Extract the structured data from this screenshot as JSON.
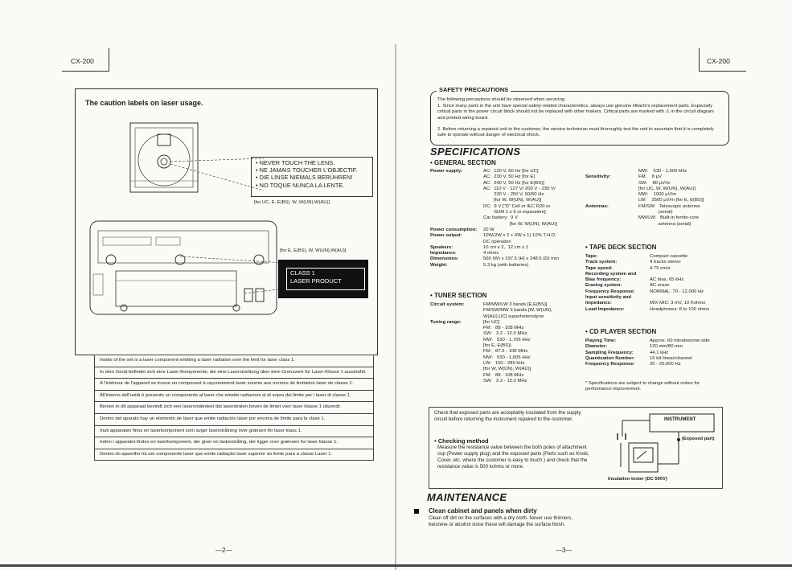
{
  "left_page": {
    "model": "CX-200",
    "page_number": "—2—",
    "caution_title": "The caution labels on laser usage.",
    "laser_warnings": [
      "• NEVER TOUCH THE LENS.",
      "• NE JAMAIS TOUCHER L'OBJECTIF.",
      "• DIE LINSE NIEMALS BERÜHREN!",
      "• NO TOQUE NUNCA LA LENTE."
    ],
    "warning_note": "[for UC, E, E(BS), W, W(UN),W(AU)]",
    "class1_note": "[for E, E(BS), W, W(UN),W(AU)]",
    "class1_label": [
      "CLASS 1",
      "LASER PRODUCT"
    ],
    "caution_texts": [
      "Inside of the set is a laser component emitting a laser radiation over the limit for laser class 1.",
      "In dem Gerät befindet sich eine Laser-Komponente, die eine Laserstrahlung über dem Grenzwert für Laser-Klasse 1 ausstrahlt.",
      "A l'intérieur de l'appareil se trouve un composant à rayonnement laser soumis aux normes de limitation laser de classe 1.",
      "All'interno dell'unità è presente un componente al laser che emette radiazioni al di sopra dei limite per i laser di classe 1.",
      "Binnen in dit apparaat bevindt zich een laseronderdeel dat laserstralen boven de limiet voor laser klasse 1 uitzendt.",
      "Dentro del aparato hay un elemento de láser que emite radiación láser por encima de límite para la clase 1.",
      "Inuti apparaten finns en laserkomponent som avger laserstrålning över gränsen för laser klass 1.",
      "Inden i apparatet findes en laserkomponent, der giver en lasbestråling, der ligger over grænsen for laser klasse 1.",
      "Dentro do aparelho há um componente laser que emite radiação laser superior ao limite para a classe Laser 1."
    ]
  },
  "right_page": {
    "model": "CX-200",
    "page_number": "—3—",
    "safety": {
      "title": "SAFETY PRECAUTIONS",
      "intro": "The following precautions should be observed when servicing.",
      "items": [
        "1.  Since many parts in the unit have special safety-related characteristics, always use genuine Hitachi's replacement parts. Especially critical parts in the power circuit block should not be replaced with other makers. Critical parts are marked with ⚠ in the circuit diagram and printed wiring board.",
        "2.  Before returning a repaired unit to the customer, the service technician must thoroughly test the unit to ascertain that it is completely safe to operate without danger of electrical shock."
      ]
    },
    "specs_title": "SPECIFICATIONS",
    "general": {
      "title": "• GENERAL SECTION",
      "rows": [
        {
          "label": "Power supply:",
          "value": "AC:  120 V, 60 Hz [for UC]\nAC:  230 V, 50 Hz [for E]\nAC:  240 V, 50 Hz [for E(BS)]\nAC:  110 V - 127 V/ 200 V - 230 V/\n        230 V - 250 V, 50/60 Hz\n        [for W, W(UN), W(AU)]\nDC:  9 V [\"D\" Cell or IEC R20 or\n        SUM 1 x 6 or equivalent]\nCar battery:  9 V\n                    [for W, W(UN), W(AU)]"
        },
        {
          "label": "Power consumption:",
          "value": "20 W"
        },
        {
          "label": "Power output:",
          "value": "10W(2W x 2 + 6W x 1) 10% T.H.D.\nDC operation"
        },
        {
          "label": "Speakers:",
          "value": "10 cm x 2,  12 cm x 1"
        },
        {
          "label": "Impedance:",
          "value": "4 ohms"
        },
        {
          "label": "Dimensions:",
          "value": "560 (W) x 197.5 (H) x 248.5 (D) mm"
        },
        {
          "label": "Weight:",
          "value": "5.3 kg (with batteries)"
        }
      ]
    },
    "tuner": {
      "title": "• TUNER SECTION",
      "rows": [
        {
          "label": "Circuit system:",
          "value": "FM/MW/LW 3 bands [E,E(BS)]\nFM/SW/MW 3 bands [W, W(UN),\nW(AU),UC] superheterodyne"
        },
        {
          "label": "Tuning range:",
          "value": "[for UC]\nFM:   88 - 108 MHz\nSW:   3.2 - 12.0 MHz\nMW:   530 - 1,705 kHz\n[for E, E(BS)]\nFM:   87.5 - 108 MHz\nMW:   530 - 1,605 kHz\nLW:   150 - 285 kHz\n[for W, W(UN), W(AU)]\nFM:   88 - 108 MHz\nSW:   3.2 - 12.0 MHz"
        }
      ]
    },
    "sensitivity": [
      {
        "label": "",
        "value": "MW:    530 - 1,605 kHz"
      },
      {
        "label": "Sensitivity:",
        "value": "FM:    8 μV\nSW:    80 μV/m\n[for UC, W, W(UN), W(AU)]\nMW:    1000 μV/m\nLW:    2500 μV/m [for E, E(BS)]"
      },
      {
        "label": "Antennas:",
        "value": "FM/SW:   Telescopic antenna\n               (serial)\nMW/LW:   Built-in ferrite-core\n               antenna (serial)"
      }
    ],
    "tape": {
      "title": "• TAPE DECK SECTION",
      "rows": [
        {
          "label": "Tape:",
          "value": "Compact cassette"
        },
        {
          "label": "Track system:",
          "value": "4 tracks stereo"
        },
        {
          "label": "Tape speed:",
          "value": "4.75 cm/s"
        },
        {
          "label": "Recording system and",
          "value": ""
        },
        {
          "label": "Bias frequency:",
          "value": "AC bias, 65 kHz"
        },
        {
          "label": "Erasing system:",
          "value": "AC erase"
        },
        {
          "label": "Frequency Response:",
          "value": "NORMAL: 70 - 12,000 Hz"
        },
        {
          "label": "Input sensitivity and",
          "value": ""
        },
        {
          "label": "Impedance:",
          "value": "MIX MIC: 3 mV, 10 Kohms"
        },
        {
          "label": "Load Impedance:",
          "value": "Headphones: 8 to 100 ohms"
        }
      ]
    },
    "cd": {
      "title": "• CD PLAYER SECTION",
      "rows": [
        {
          "label": "Playing Time:",
          "value": "Approx. 60 minutes/one side"
        },
        {
          "label": "Diameter:",
          "value": "120 mm/80 mm"
        },
        {
          "label": "Sampling Frequency:",
          "value": "44.1 kHz"
        },
        {
          "label": "Quantization Number:",
          "value": "16 bit linear/channel"
        },
        {
          "label": "Frequency Response:",
          "value": "20 - 20,000 Hz"
        }
      ]
    },
    "spec_note": "* Specifications are subject to change without notice for performance improvement.",
    "check": {
      "intro": "Check that exposed parts are acceptably insulated from the supply circuit before returning the instrument repaired to the customer.",
      "method_title": "• Checking method",
      "method_text": "Measure the resistance value between the both poles of attachment cup (Power supply plug) and the exposed parts (Parts such as Knob, Cover, etc. where the customer is easy to touch.) and check that the resistance value is 500 kohms or more.",
      "instrument_label": "INSTRUMENT",
      "exposed_label": "(Exposed part)",
      "tester_label": "Insulation tester (DC 500V)"
    },
    "maintenance": {
      "title": "MAINTENANCE",
      "item_title": "Clean cabinet and panels when dirty",
      "item_text": "Clean off dirt on the surfaces with a dry cloth. Never use thinners, benzene or alcohol since these will damage the surface finish."
    }
  }
}
